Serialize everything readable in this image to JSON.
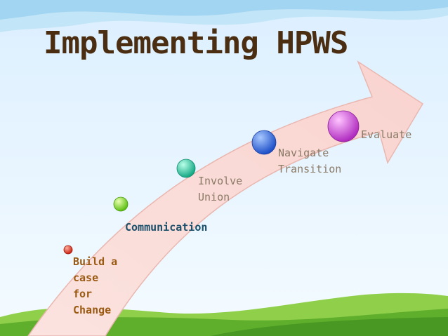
{
  "title": "Implementing HPWS",
  "steps": [
    {
      "label": "Build a\ncase\nfor\nChange",
      "color": "#e0301e"
    },
    {
      "label": "Communication",
      "color": "#8fdc2a"
    },
    {
      "label": "Involve\nUnion",
      "color": "#2ec9a0"
    },
    {
      "label": "Navigate\nTransition",
      "color": "#2f68e0"
    },
    {
      "label": "Evaluate",
      "color": "#d44ad6"
    }
  ]
}
